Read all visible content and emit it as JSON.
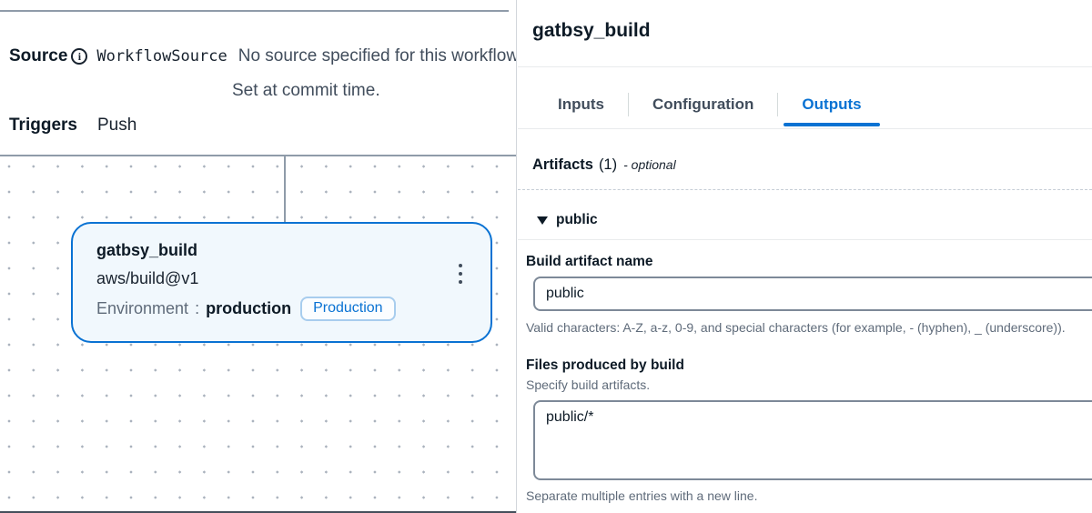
{
  "colors": {
    "accent_blue": "#0972d3",
    "node_background": "#f1f8fd",
    "canvas_line_gray": "#8f9ba9",
    "input_border": "#7d8998"
  },
  "left_panel": {
    "source": {
      "label": "Source",
      "icon": "info-icon",
      "repo_name": "WorkflowSource",
      "message_line1": "No source specified for this workflow.",
      "message_line2": "Set at commit time."
    },
    "triggers": {
      "label": "Triggers",
      "value": "Push"
    },
    "node": {
      "title": "gatbsy_build",
      "action_id": "aws/build@v1",
      "env_label": "Environment",
      "env_sep": ":",
      "env_value": "production",
      "env_badge": "Production",
      "menu_icon": "kebab-menu"
    }
  },
  "right_panel": {
    "title": "gatbsy_build",
    "tabs": [
      {
        "label": "Inputs",
        "active": false
      },
      {
        "label": "Configuration",
        "active": false
      },
      {
        "label": "Outputs",
        "active": true
      }
    ],
    "artifacts": {
      "heading": "Artifacts",
      "count": "(1)",
      "optional_note": "- optional",
      "expander_label": "public",
      "expander_state": "expanded"
    },
    "fields": {
      "artifact_name": {
        "label": "Build artifact name",
        "value": "public",
        "constraint": "Valid characters: A-Z, a-z, 0-9, and special characters (for example, - (hyphen), _ (underscore))."
      },
      "files": {
        "label": "Files produced by build",
        "description": "Specify build artifacts.",
        "value": "public/*",
        "constraint": "Separate multiple entries with a new line."
      }
    }
  }
}
